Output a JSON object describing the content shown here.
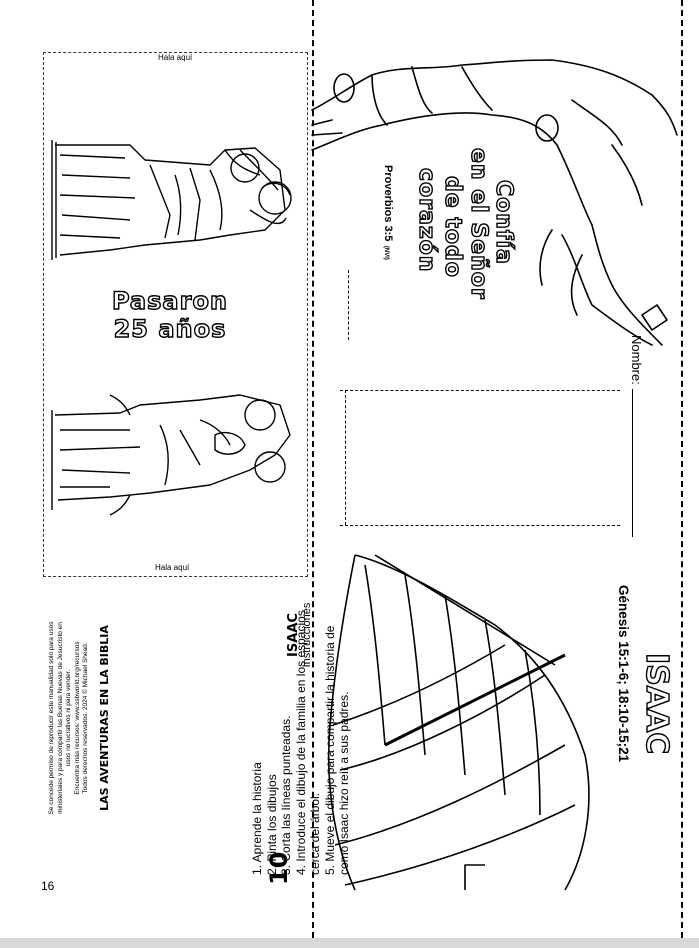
{
  "booklet": {
    "pull_here_top": "Hala aquí",
    "pull_here_bottom": "Hala aquí",
    "time_text_line1": "Pasaron",
    "time_text_line2": "25 años"
  },
  "verse": {
    "line1": "Confía",
    "line2": "en el Señor",
    "line3": "de todo",
    "line4": "corazón",
    "reference": "Proverbios 3:5",
    "version": "(NVI)"
  },
  "name_label": "Nombre:",
  "lesson": {
    "title": "ISAAC",
    "reference": "Génesis 15:1-6; 18:10-15;21"
  },
  "instructions": {
    "heading": "ISAAC",
    "subheading": "Instrucciones",
    "number": "10",
    "steps": [
      "1. Aprende la historia",
      "2. Pinta los dibujos",
      "3. Corta las líneas punteadas.",
      "4. Introduce el dibujo de la familia en los espacios",
      "cerca del árbol.",
      "5. Mueve el dibujo para compartir la historia de",
      "como Isaac hizo reír a sus padres."
    ]
  },
  "credits": {
    "brand": "LAS AVENTURAS EN LA BIBLIA",
    "line1": "Se concede permiso de reproducir este manualidad solo para usos",
    "line2": "ministeriales y para compartir las Buenas Nuevas de Jesucristo en",
    "line3": "usos no lucrativos ni para vender.",
    "line4": "Encuentra más recursos: www.ssbworld.org/recursos",
    "line5": "Todos derechos reservados. 2024 © Michael Shead."
  },
  "page_number": "16"
}
